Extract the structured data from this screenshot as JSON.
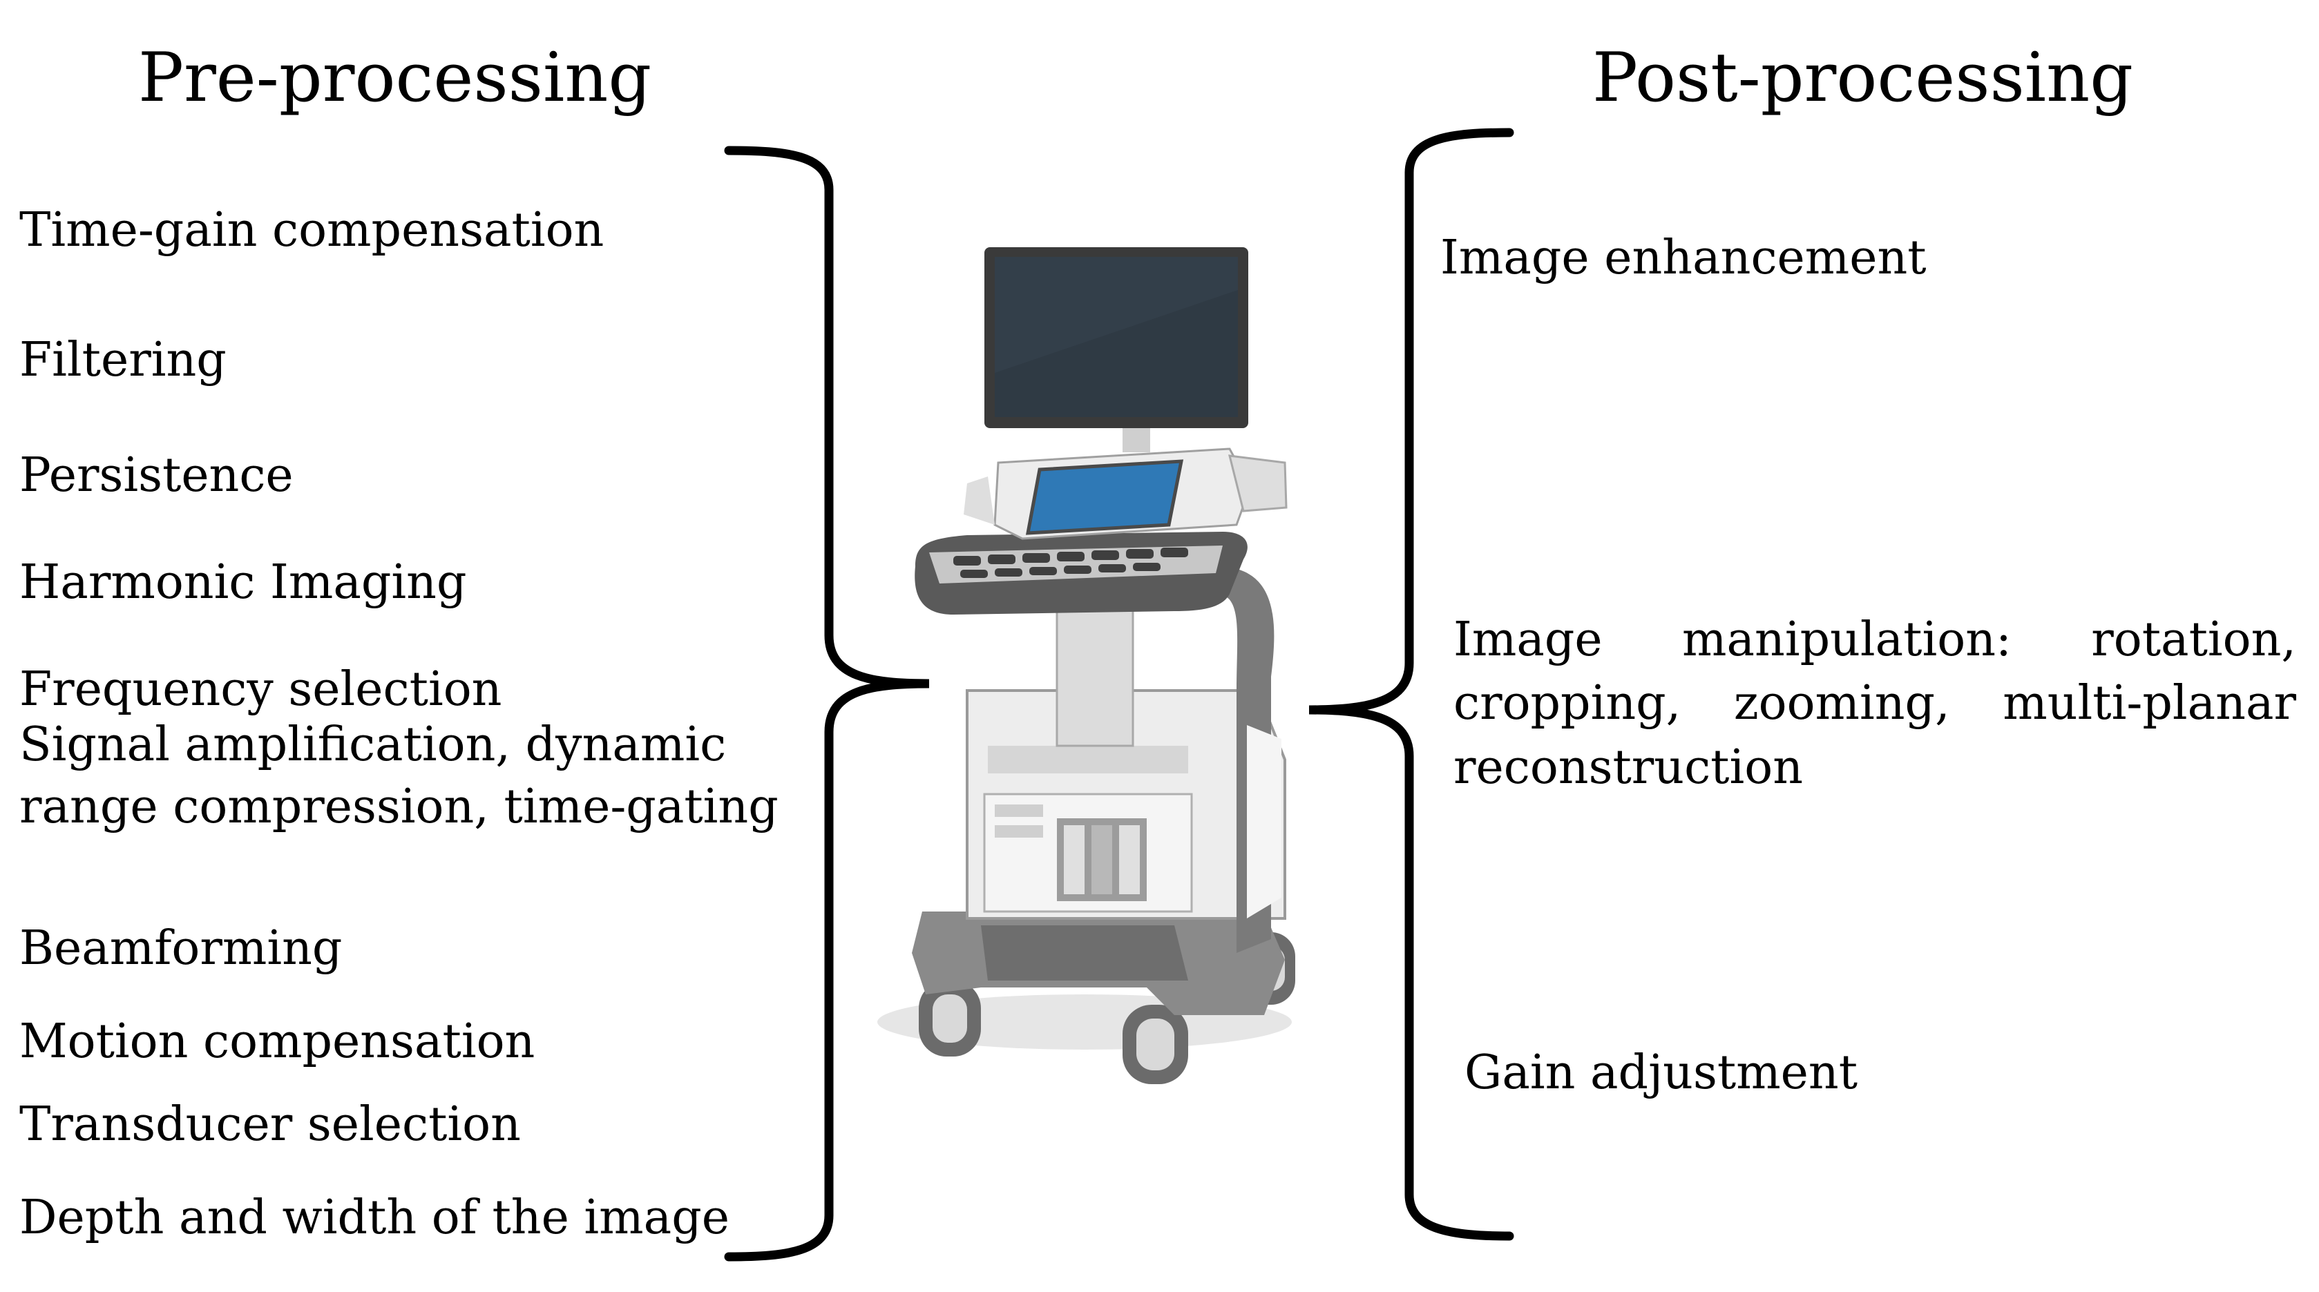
{
  "pre_processing": {
    "title": "Pre-processing",
    "items": [
      "Time-gain compensation",
      "Filtering",
      "Persistence",
      "Harmonic Imaging",
      "Frequency selection",
      "Signal amplification, dynamic",
      "range compression, time-gating",
      "Beamforming",
      "Motion compensation",
      "Transducer selection",
      "Depth and width of the image"
    ]
  },
  "post_processing": {
    "title": "Post-processing",
    "image_enhancement": "Image enhancement",
    "manipulation_line1": [
      "Image",
      "manipulation:",
      "rotation,"
    ],
    "manipulation_line2": [
      "cropping,",
      "zooming,",
      "multi-planar"
    ],
    "manipulation_line3": "reconstruction",
    "gain_adjustment": "Gain adjustment"
  },
  "colors": {
    "text": "#000000",
    "screen": "#2f3a44",
    "control_screen": "#2f79b6",
    "body_light": "#eeeeee",
    "body_gray": "#8a8a8a",
    "body_dark": "#555555"
  }
}
